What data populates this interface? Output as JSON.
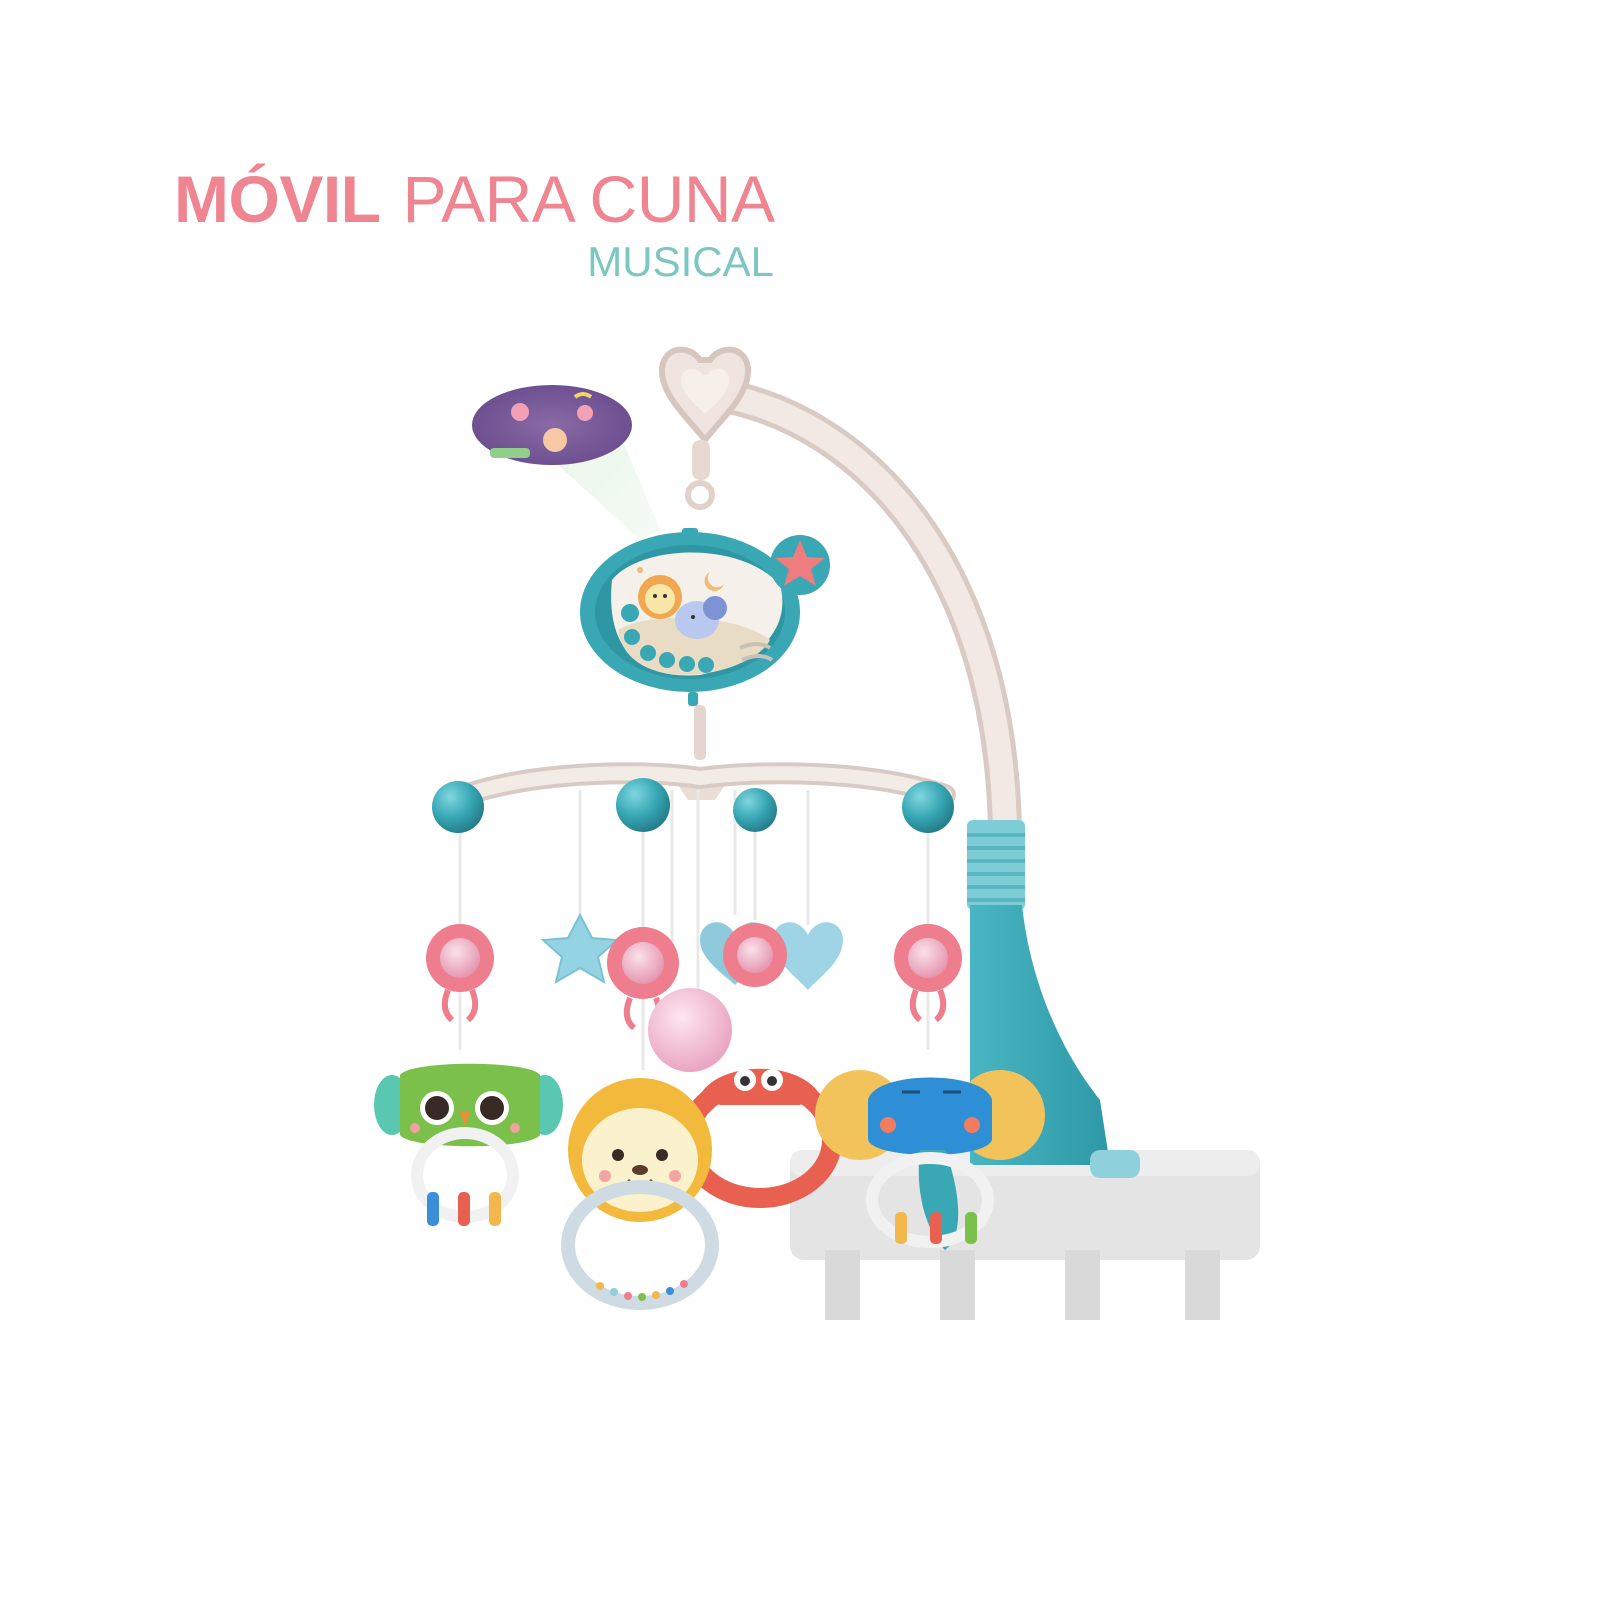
{
  "title": {
    "bold": "MÓVIL",
    "regular": "PARA CUNA",
    "subtitle": "MUSICAL"
  },
  "colors": {
    "title_pink": "#ee8590",
    "subtitle_teal": "#7cc7c0",
    "teal_plastic": "#3fb0bd",
    "cream_arm": "#efe4de",
    "flower_pink": "#ee7e8e",
    "light_blue": "#8fd0e0",
    "crib_gray": "#e6e6e6"
  },
  "product": {
    "name": "crib-mobile",
    "parts": [
      "projector-beam",
      "heart-hook",
      "curved-arm",
      "music-box",
      "star-button",
      "hanging-bar",
      "teal-balls",
      "flower-rattles",
      "star-pendant",
      "heart-pendants",
      "pink-ball",
      "owl-rattle",
      "lion-rattle",
      "crab-rattle",
      "elephant-rattle",
      "clamp-base",
      "crib-rail"
    ]
  }
}
